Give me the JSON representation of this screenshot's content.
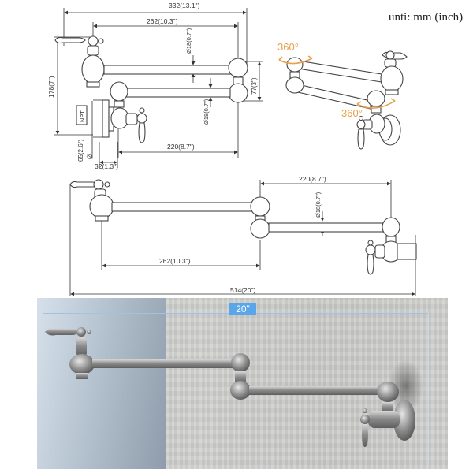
{
  "units_label": "unti: mm (inch)",
  "top_view": {
    "overall_width": "332(13.1\")",
    "arm_length": "262(10.3\")",
    "pipe_diameter_upper": "Ø18(0.7\")",
    "pipe_diameter_lower": "Ø18(0.7\")",
    "joint_height": "77(3\")",
    "total_height": "178(7\")",
    "thread_label": "NPT",
    "flange_diameter": "65(2.6\")",
    "flange_symbol": "Ø",
    "wall_offset": "32(1.3\")",
    "lower_arm_length": "220(8.7\")"
  },
  "perspective_view": {
    "rotation_upper": "360°",
    "rotation_lower": "360°",
    "accent_color": "#e8a04a"
  },
  "extended_view": {
    "lower_arm_length": "220(8.7\")",
    "pipe_diameter": "Ø18(0.7\")",
    "upper_arm_length": "262(10.3\")",
    "total_extension": "514(20\")"
  },
  "photo": {
    "extension_badge": "20\"",
    "badge_color": "#5aa6ea",
    "finish": "brushed nickel"
  }
}
